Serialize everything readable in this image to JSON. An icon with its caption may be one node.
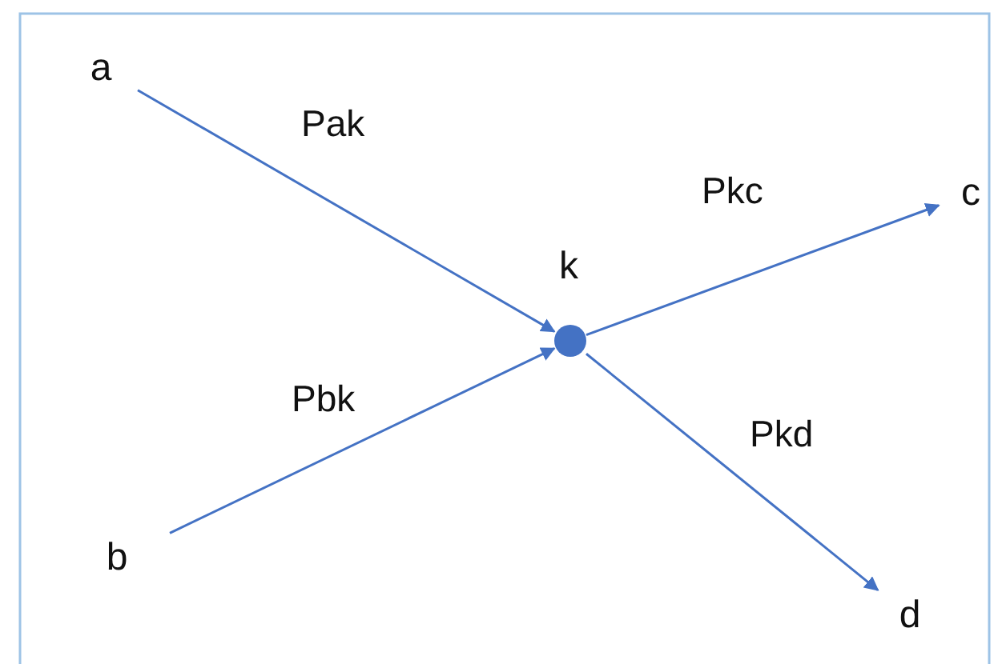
{
  "diagram": {
    "nodes": [
      {
        "text": [
          "a"
        ]
      },
      {
        "text": [
          "b"
        ]
      },
      {
        "text": [],
        "shape": "circle",
        "beside": [
          "k"
        ]
      },
      {
        "text": [
          "c"
        ]
      },
      {
        "text": [
          "d"
        ]
      }
    ],
    "edges": [
      {
        "from": 0,
        "to": 2,
        "arrow": "to",
        "label": "Pak"
      },
      {
        "from": 1,
        "to": 2,
        "arrow": "to",
        "label": "Pbk"
      },
      {
        "from": 2,
        "to": 3,
        "arrow": "to",
        "label": "Pkc"
      },
      {
        "from": 2,
        "to": 4,
        "arrow": "to",
        "label": "Pkd"
      }
    ]
  }
}
